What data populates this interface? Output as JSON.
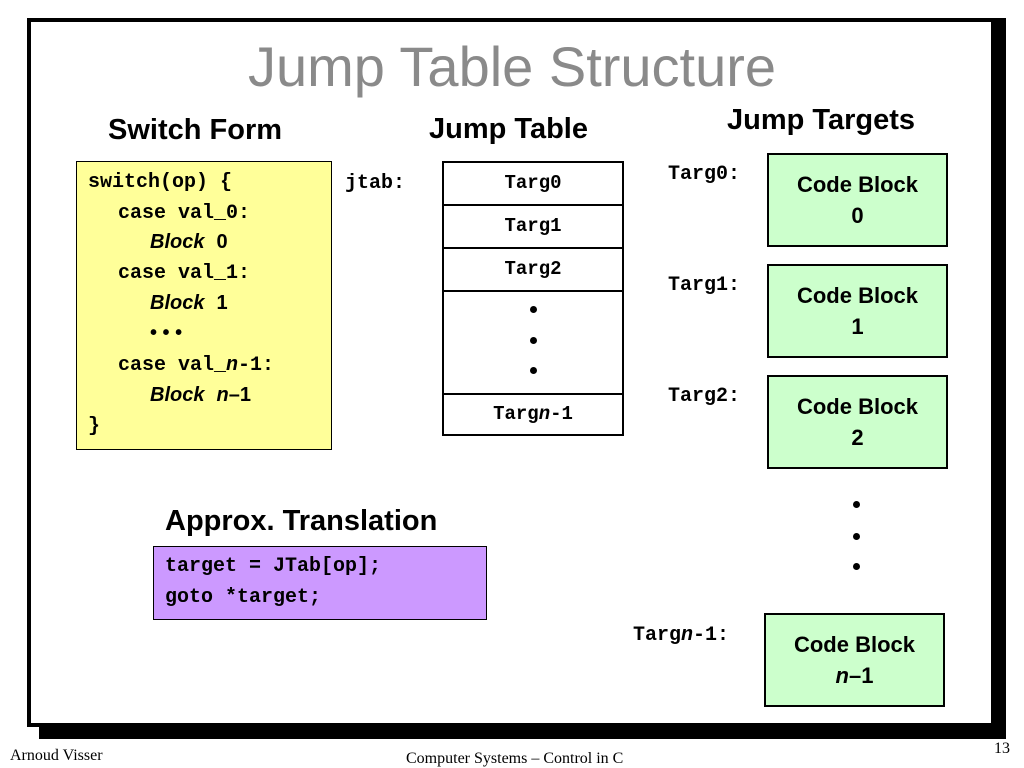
{
  "title": "Jump Table Structure",
  "headings": {
    "switch_form": "Switch Form",
    "jump_table": "Jump Table",
    "jump_targets": "Jump Targets",
    "approx": "Approx. Translation"
  },
  "switch_code": {
    "line1": "switch(op) {",
    "case0": "case val_0:",
    "block_word": "Block",
    "block0_num": "0",
    "case1": "case val_1:",
    "block1_num": "1",
    "ellipsis": "• • •",
    "case_n_prefix": "case val_",
    "case_n_var": "n",
    "case_n_suffix": "-1:",
    "block_n_var": "n",
    "block_n_suffix": "–1",
    "close": "}"
  },
  "jump_table": {
    "label": "jtab:",
    "entries": [
      "Targ0",
      "Targ1",
      "Targ2"
    ],
    "last_prefix": "Targ",
    "last_var": "n",
    "last_suffix": "-1"
  },
  "targets": {
    "labels": [
      "Targ0:",
      "Targ1:",
      "Targ2:"
    ],
    "last_label_prefix": "Targ",
    "last_label_var": "n",
    "last_label_suffix": "-1:",
    "block_text": "Code Block",
    "block_nums": [
      "0",
      "1",
      "2"
    ],
    "last_block_var": "n",
    "last_block_suffix": "–1"
  },
  "translation": {
    "line1": "target = JTab[op];",
    "line2": "goto *target;"
  },
  "footer": {
    "author": "Arnoud Visser",
    "course": "Computer Systems – Control in C",
    "page": "13"
  }
}
